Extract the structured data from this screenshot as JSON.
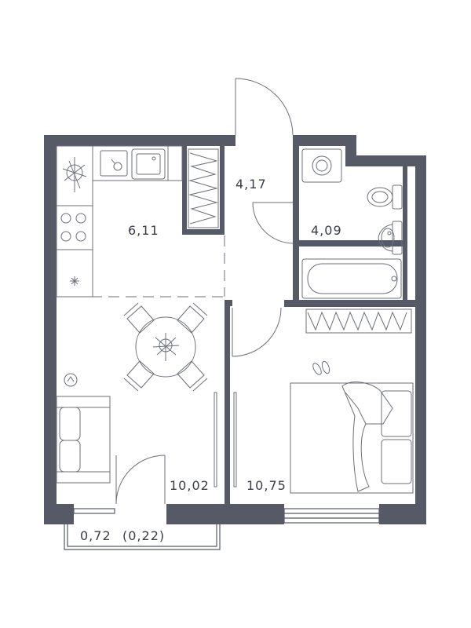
{
  "rooms": {
    "kitchen": {
      "area": "6,11"
    },
    "hall": {
      "area": "4,17"
    },
    "bathroom": {
      "area": "4,09"
    },
    "living": {
      "area": "10,02"
    },
    "bedroom": {
      "area": "10,75"
    },
    "balcony": {
      "area": "0,72",
      "area_reduced": "(0,22)"
    }
  },
  "colors": {
    "wall": "#565a66",
    "fixture": "#6b6f7a",
    "background": "#ffffff"
  }
}
